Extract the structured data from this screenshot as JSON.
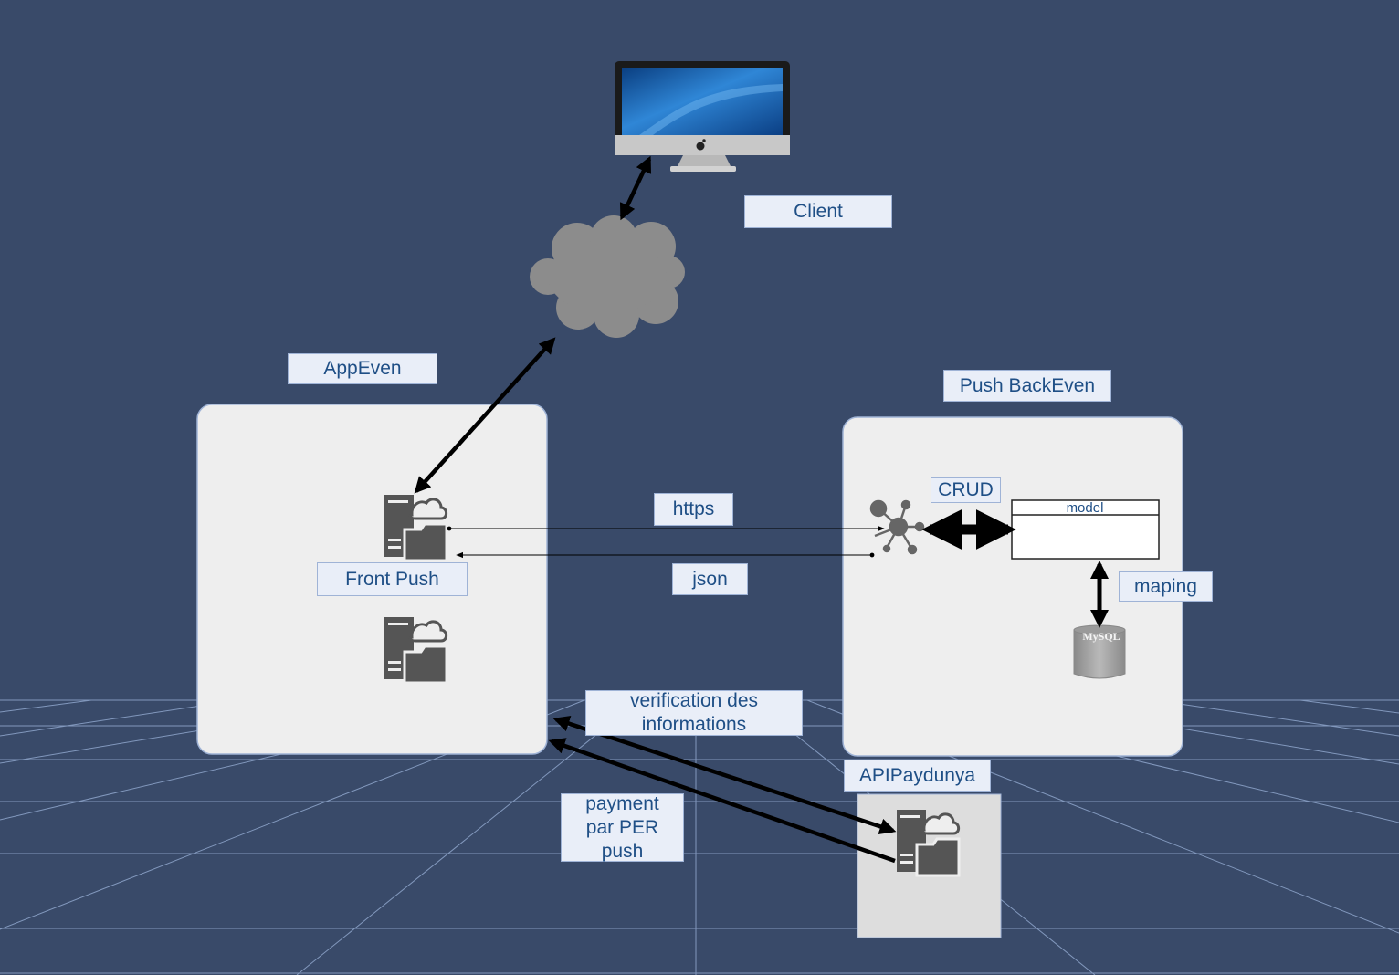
{
  "labels": {
    "client": "Client",
    "app_even": "AppEven",
    "push_back_even": "Push BackEven",
    "crud": "CRUD",
    "https": "https",
    "json": "json",
    "front_push": "Front Push",
    "model": "model",
    "maping": "maping",
    "verification": "verification des\ninformations",
    "api_paydunya": "APIPaydunya",
    "payment": "payment\npar PER\npush",
    "mysql": "MySQL"
  },
  "colors": {
    "background": "#394a69",
    "grid_line": "#8fa6cc",
    "panel": "#eeeeee",
    "label_bg": "#e9eef8",
    "label_text": "#1f4f86",
    "server_icon": "#555555",
    "cloud": "#8c8c8c",
    "arrow": "#000000"
  },
  "icons": [
    "computer-icon",
    "apple-logo-icon",
    "cloud-icon",
    "server-cloud-icon",
    "hub-icon",
    "mysql-database-icon"
  ]
}
